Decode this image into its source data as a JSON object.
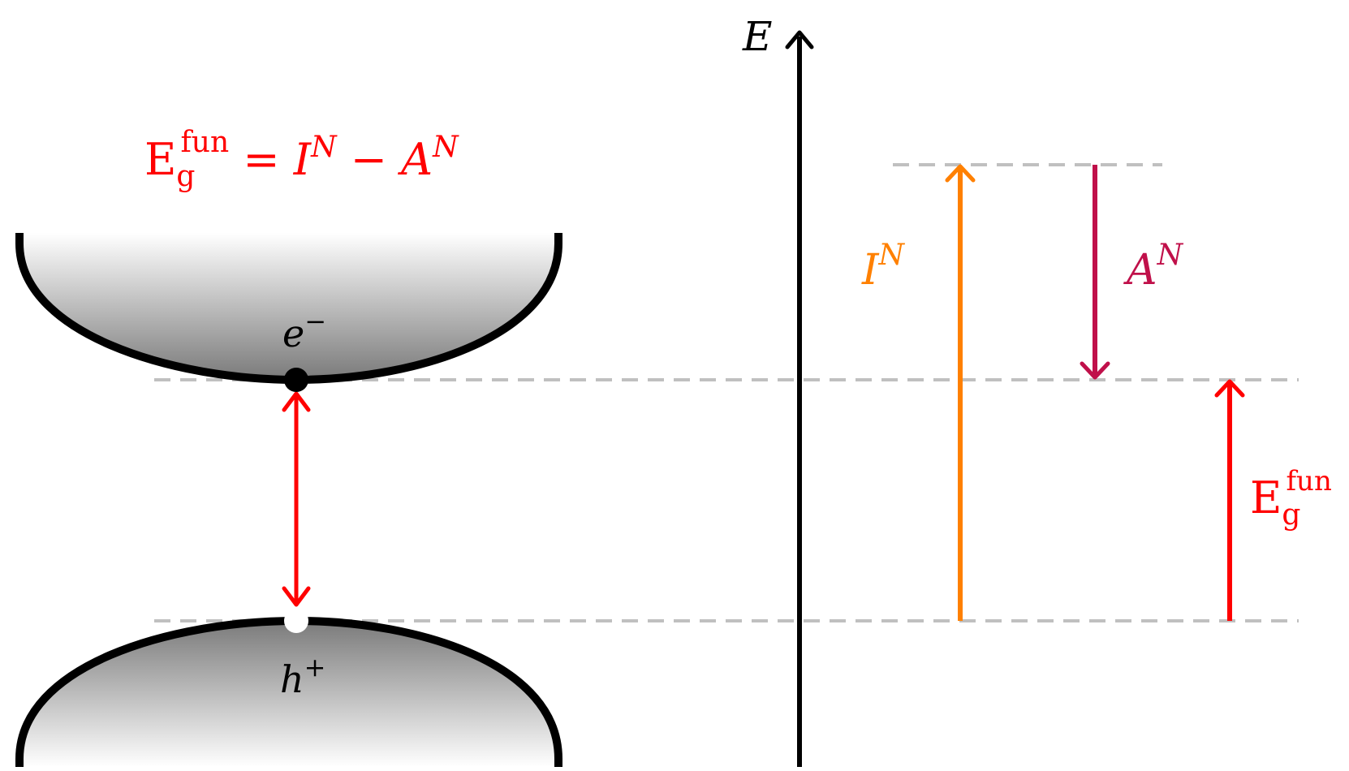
{
  "colors": {
    "red": "#ff0000",
    "orange": "#ff8000",
    "purple": "#c0104a",
    "black": "#000000",
    "dashed": "#c0c0c0"
  },
  "formula": {
    "E": "E",
    "sub": "g",
    "sup": "fun",
    "eq": " = ",
    "I": "I",
    "N1": "N",
    "minus": " − ",
    "A": "A",
    "N2": "N"
  },
  "electron": {
    "base": "e",
    "sup": "−"
  },
  "hole": {
    "base": "h",
    "sup": "+"
  },
  "axis": {
    "label": "E"
  },
  "ionization": {
    "base": "I",
    "sup": "N"
  },
  "affinity": {
    "base": "A",
    "sup": "N"
  },
  "gap": {
    "base": "E",
    "sub": "g",
    "sup": "fun"
  }
}
